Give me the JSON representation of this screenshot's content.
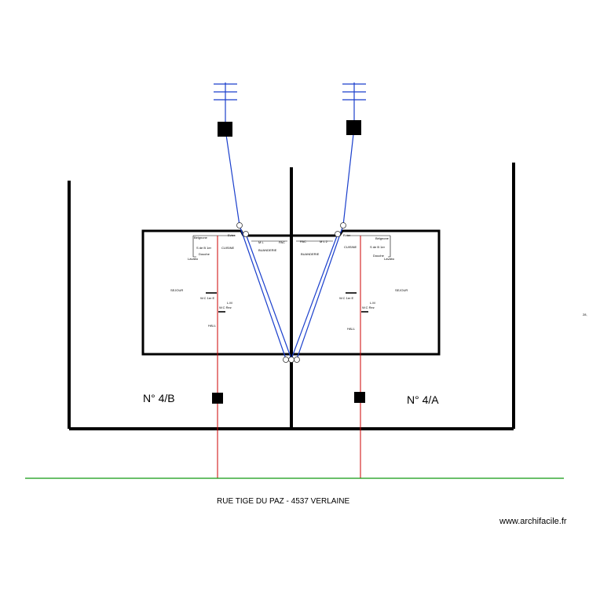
{
  "labels": {
    "left": {
      "belgrome": "Bélgnone",
      "evier": "Evier",
      "ml": "M L",
      "pac": "PAC",
      "sdb": "S de B 1er",
      "cuisine": "CUISINE",
      "buanderie": "BUANDERIE",
      "douche": "Douche",
      "lavabo": "Lavabo",
      "sejour": "SEJOUR",
      "wc1": "W.C 1er E",
      "lm": "L.M",
      "wcrez": "W.C Rez",
      "hall": "HALL",
      "unit": "N° 4/B"
    },
    "right": {
      "belgrome": "Bélgnone",
      "evier": "Evier",
      "ml": "M L 2",
      "pac": "PAC",
      "sdb": "S de B 1er",
      "cuisine": "CUISINE",
      "buanderie": "BUANDERIE",
      "douche": "Douche",
      "lavabo": "Lavabo",
      "sejour": "SEJOUR",
      "wc1": "W.C 1er E",
      "lm": "L.M",
      "wcrez": "W.C Rez",
      "hall": "HALL",
      "unit": "N° 4/A"
    },
    "street": "RUE TIGE DU PAZ - 4537   VERLAINE",
    "edge_fragment": "28,",
    "watermark": "www.archifacile.fr"
  },
  "colors": {
    "walls": "#000000",
    "water_line": "#cc0000",
    "antenna_line": "#1a3fcc",
    "street_line": "#119911"
  }
}
